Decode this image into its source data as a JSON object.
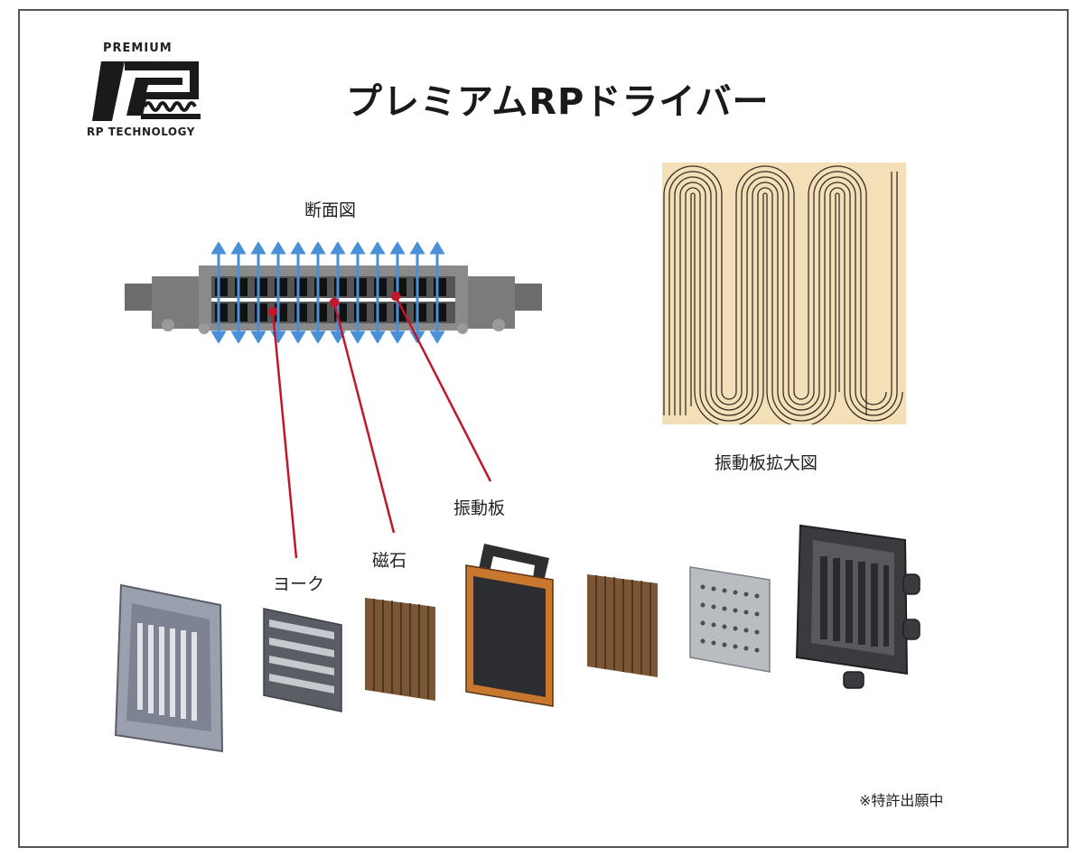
{
  "title": "プレミアムRPドライバー",
  "logo": {
    "top_text": "PREMIUM",
    "bottom_text": "RP TECHNOLOGY"
  },
  "labels": {
    "cross_section": "断面図",
    "diaphragm_zoom": "振動板拡大図",
    "yoke": "ヨーク",
    "magnet": "磁石",
    "diaphragm": "振動板"
  },
  "note": "※特許出願中",
  "colors": {
    "leader_line": "#c0182a",
    "arrow": "#4a90d9",
    "diaphragm_bg": "#f3dfb8",
    "magnet": "#7a5634",
    "frame_orange": "#c9772e"
  }
}
